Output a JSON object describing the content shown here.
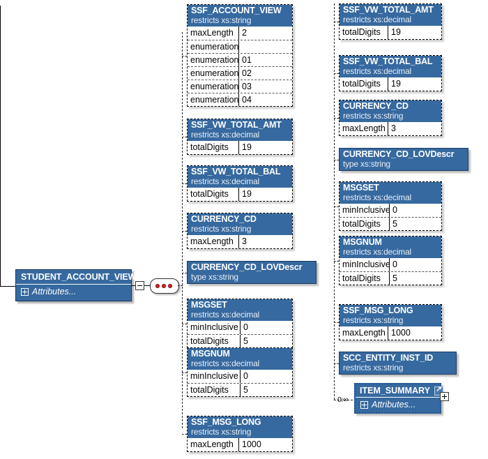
{
  "diagram": {
    "type": "xml-schema-tree",
    "root": {
      "name": "STUDENT_ACCOUNT_VIEW",
      "attributes_label": "Attributes...",
      "collapse_handle": "minus",
      "compositor": "sequence"
    },
    "colors": {
      "header_blue": "#36699f",
      "header_text": "#ffffff",
      "body_white": "#ffffff",
      "border_black": "#000000",
      "dot_red": "#e01b1b"
    },
    "column1": [
      {
        "name": "SSF_ACCOUNT_VIEW",
        "subtitle": "restricts xs:string",
        "facets": [
          {
            "key": "maxLength",
            "value": "2"
          },
          {
            "key": "enumeration",
            "value": ""
          },
          {
            "key": "enumeration",
            "value": "01"
          },
          {
            "key": "enumeration",
            "value": "02"
          },
          {
            "key": "enumeration",
            "value": "03"
          },
          {
            "key": "enumeration",
            "value": "04"
          }
        ]
      },
      {
        "name": "SSF_VW_TOTAL_AMT",
        "subtitle": "restricts xs:decimal",
        "facets": [
          {
            "key": "totalDigits",
            "value": "19"
          }
        ]
      },
      {
        "name": "SSF_VW_TOTAL_BAL",
        "subtitle": "restricts xs:decimal",
        "facets": [
          {
            "key": "totalDigits",
            "value": "19"
          }
        ]
      },
      {
        "name": "CURRENCY_CD",
        "subtitle": "restricts xs:string",
        "facets": [
          {
            "key": "maxLength",
            "value": "3"
          }
        ]
      },
      {
        "name": "CURRENCY_CD_LOVDescr",
        "subtitle": "type xs:string",
        "facets": []
      },
      {
        "name": "MSGSET",
        "subtitle": "restricts xs:decimal",
        "facets": [
          {
            "key": "minInclusive",
            "value": "0"
          },
          {
            "key": "totalDigits",
            "value": "5"
          }
        ]
      },
      {
        "name": "MSGNUM",
        "subtitle": "restricts xs:decimal",
        "facets": [
          {
            "key": "minInclusive",
            "value": "0"
          },
          {
            "key": "totalDigits",
            "value": "5"
          }
        ]
      },
      {
        "name": "SSF_MSG_LONG",
        "subtitle": "restricts xs:string",
        "facets": [
          {
            "key": "maxLength",
            "value": "1000"
          }
        ]
      }
    ],
    "column2": [
      {
        "name": "SSF_VW_TOTAL_AMT",
        "subtitle": "restricts xs:decimal",
        "facets": [
          {
            "key": "totalDigits",
            "value": "19"
          }
        ]
      },
      {
        "name": "SSF_VW_TOTAL_BAL",
        "subtitle": "restricts xs:decimal",
        "facets": [
          {
            "key": "totalDigits",
            "value": "19"
          }
        ]
      },
      {
        "name": "CURRENCY_CD",
        "subtitle": "restricts xs:string",
        "facets": [
          {
            "key": "maxLength",
            "value": "3"
          }
        ]
      },
      {
        "name": "CURRENCY_CD_LOVDescr",
        "subtitle": "type xs:string",
        "facets": []
      },
      {
        "name": "MSGSET",
        "subtitle": "restricts xs:decimal",
        "facets": [
          {
            "key": "minInclusive",
            "value": "0"
          },
          {
            "key": "totalDigits",
            "value": "5"
          }
        ]
      },
      {
        "name": "MSGNUM",
        "subtitle": "restricts xs:decimal",
        "facets": [
          {
            "key": "minInclusive",
            "value": "0"
          },
          {
            "key": "totalDigits",
            "value": "5"
          }
        ]
      },
      {
        "name": "SSF_MSG_LONG",
        "subtitle": "restricts xs:string",
        "facets": [
          {
            "key": "maxLength",
            "value": "1000"
          }
        ]
      },
      {
        "name": "SCC_ENTITY_INST_ID",
        "subtitle": "restricts xs:string",
        "facets": []
      }
    ],
    "reference_node": {
      "name": "ITEM_SUMMARY",
      "attributes_label": "Attributes...",
      "cardinality": "0:∞",
      "link_icon": "external-reference-icon",
      "expand_handle": "plus"
    }
  }
}
